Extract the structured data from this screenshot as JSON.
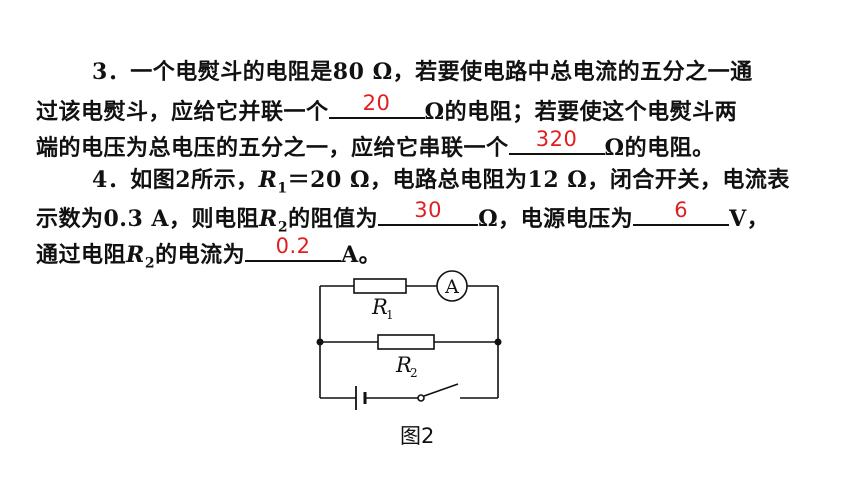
{
  "q3": {
    "line1": "3．一个电熨斗的电阻是80 Ω，若要使电路中总电流的五分之一通",
    "line2_a": "过该电熨斗，应给它并联一个",
    "answer1": "20",
    "line2_b": "Ω的电阻；若要使这个电熨斗两",
    "line3_a": "端的电压为总电压的五分之一，应给它串联一个",
    "answer2": "320",
    "line3_b": "Ω的电阻。"
  },
  "q4": {
    "line1_a": "4．如图2所示，",
    "r1_symbol": "R",
    "r1_sub": "1",
    "line1_b": "＝20 Ω，电路总电阻为12 Ω，闭合开关，电流表",
    "line2_a": "示数为0.3 A，则电阻",
    "r2_symbol": "R",
    "r2_sub": "2",
    "line2_b": "的阻值为",
    "answer3": "30",
    "line2_c": "Ω，电源电压为",
    "answer4": "6",
    "line2_d": "V，",
    "line3_a": "通过电阻",
    "line3_b": "的电流为",
    "answer5": "0.2",
    "line3_c": "A。"
  },
  "figure": {
    "ammeter_label": "A",
    "r1_label": "R",
    "r1_sub": "1",
    "r2_label": "R",
    "r2_sub": "2",
    "caption": "图2"
  }
}
